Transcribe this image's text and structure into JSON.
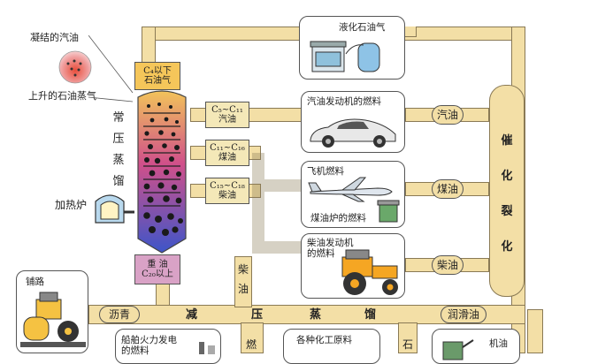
{
  "labels": {
    "condensed_gasoline": "凝结的汽油",
    "rising_vapor": "上升的石油蒸气",
    "c4_gas_line1": "C₄以下",
    "c4_gas_line2": "石油气",
    "column_name": [
      "常",
      "压",
      "蒸",
      "馏"
    ],
    "heating_furnace": "加热炉",
    "heavy_oil_line1": "重 油",
    "heavy_oil_line2": "C₂₀以上",
    "f1_line1": "C₅~C₁₁",
    "f1_line2": "汽油",
    "f2_line1": "C₁₁~C₁₆",
    "f2_line2": "煤油",
    "f3_line1": "C₁₅~C₁₈",
    "f3_line2": "柴油",
    "lpg": "液化石油气",
    "car_fuel": "汽油发动机的燃料",
    "plane_fuel": "飞机燃料",
    "stove_fuel": "煤油炉的燃料",
    "tractor_fuel_line1": "柴油发动机",
    "tractor_fuel_line2": "的燃料",
    "pipe_gasoline": "汽油",
    "pipe_kerosene": "煤油",
    "pipe_diesel": "柴油",
    "cracking": [
      "催",
      "化",
      "裂",
      "化"
    ],
    "diesel_vertical": [
      "柴",
      "油"
    ],
    "vacuum": [
      "减",
      "压",
      "蒸",
      "馏"
    ],
    "asphalt": "沥青",
    "lubricant": "润滑油",
    "road_paving": "铺路",
    "power_plant_line1": "船舶火力发电",
    "power_plant_line2": "的燃料",
    "fuel_oil_stub": "燃",
    "chem_material": "各种化工原料",
    "stone_stub": "石",
    "engine_oil": "机油"
  },
  "colors": {
    "pipe_fill": "#f3dfa6",
    "column_top": "#f2c35a",
    "column_mid": "#d0508a",
    "column_bottom": "#3d55c9"
  }
}
